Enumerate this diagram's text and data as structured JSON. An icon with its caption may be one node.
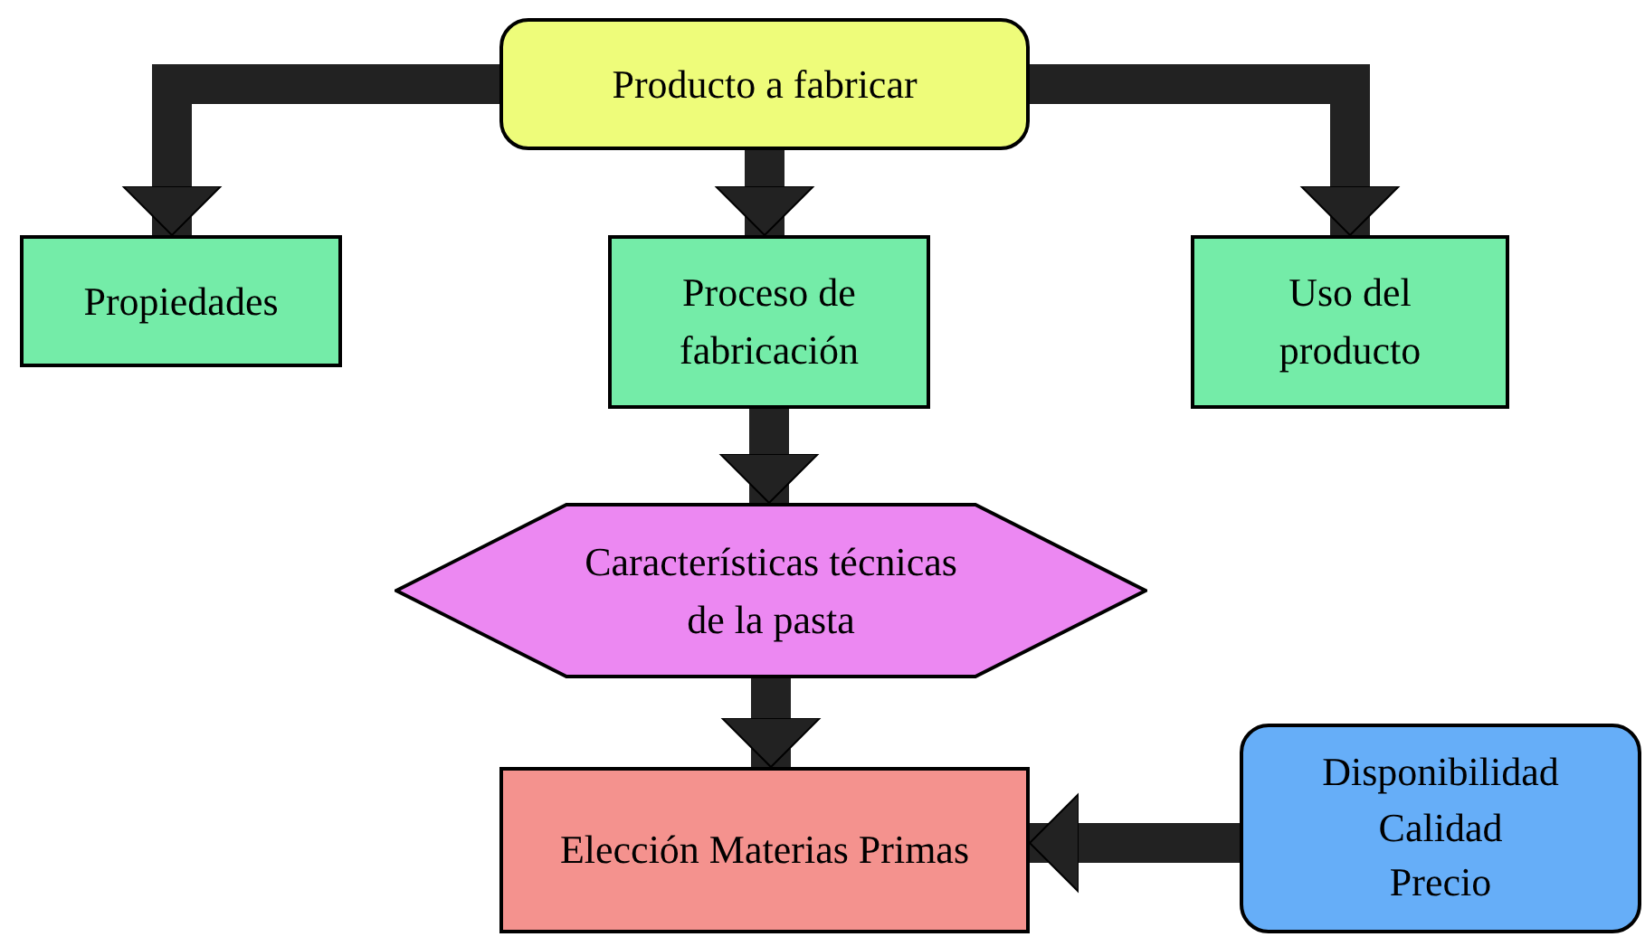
{
  "diagram": {
    "nodes": [
      {
        "text": [
          "Producto a fabricar"
        ]
      },
      {
        "text": [
          "Propiedades"
        ]
      },
      {
        "text": [
          "Proceso de fabricación"
        ]
      },
      {
        "text": [
          "Uso del producto"
        ]
      },
      {
        "text": [
          "Características técnicas de la pasta"
        ]
      },
      {
        "text": [
          "Elección Materias Primas"
        ]
      },
      {
        "text": [
          "Disponibilidad",
          "Calidad",
          "Precio"
        ]
      }
    ],
    "edges": [
      {
        "from": 0,
        "to": 1,
        "arrow": "to"
      },
      {
        "from": 0,
        "to": 2,
        "arrow": "to"
      },
      {
        "from": 0,
        "to": 3,
        "arrow": "to"
      },
      {
        "from": 2,
        "to": 4,
        "arrow": "to"
      },
      {
        "from": 4,
        "to": 5,
        "arrow": "to"
      },
      {
        "from": 6,
        "to": 5,
        "arrow": "to"
      }
    ]
  }
}
